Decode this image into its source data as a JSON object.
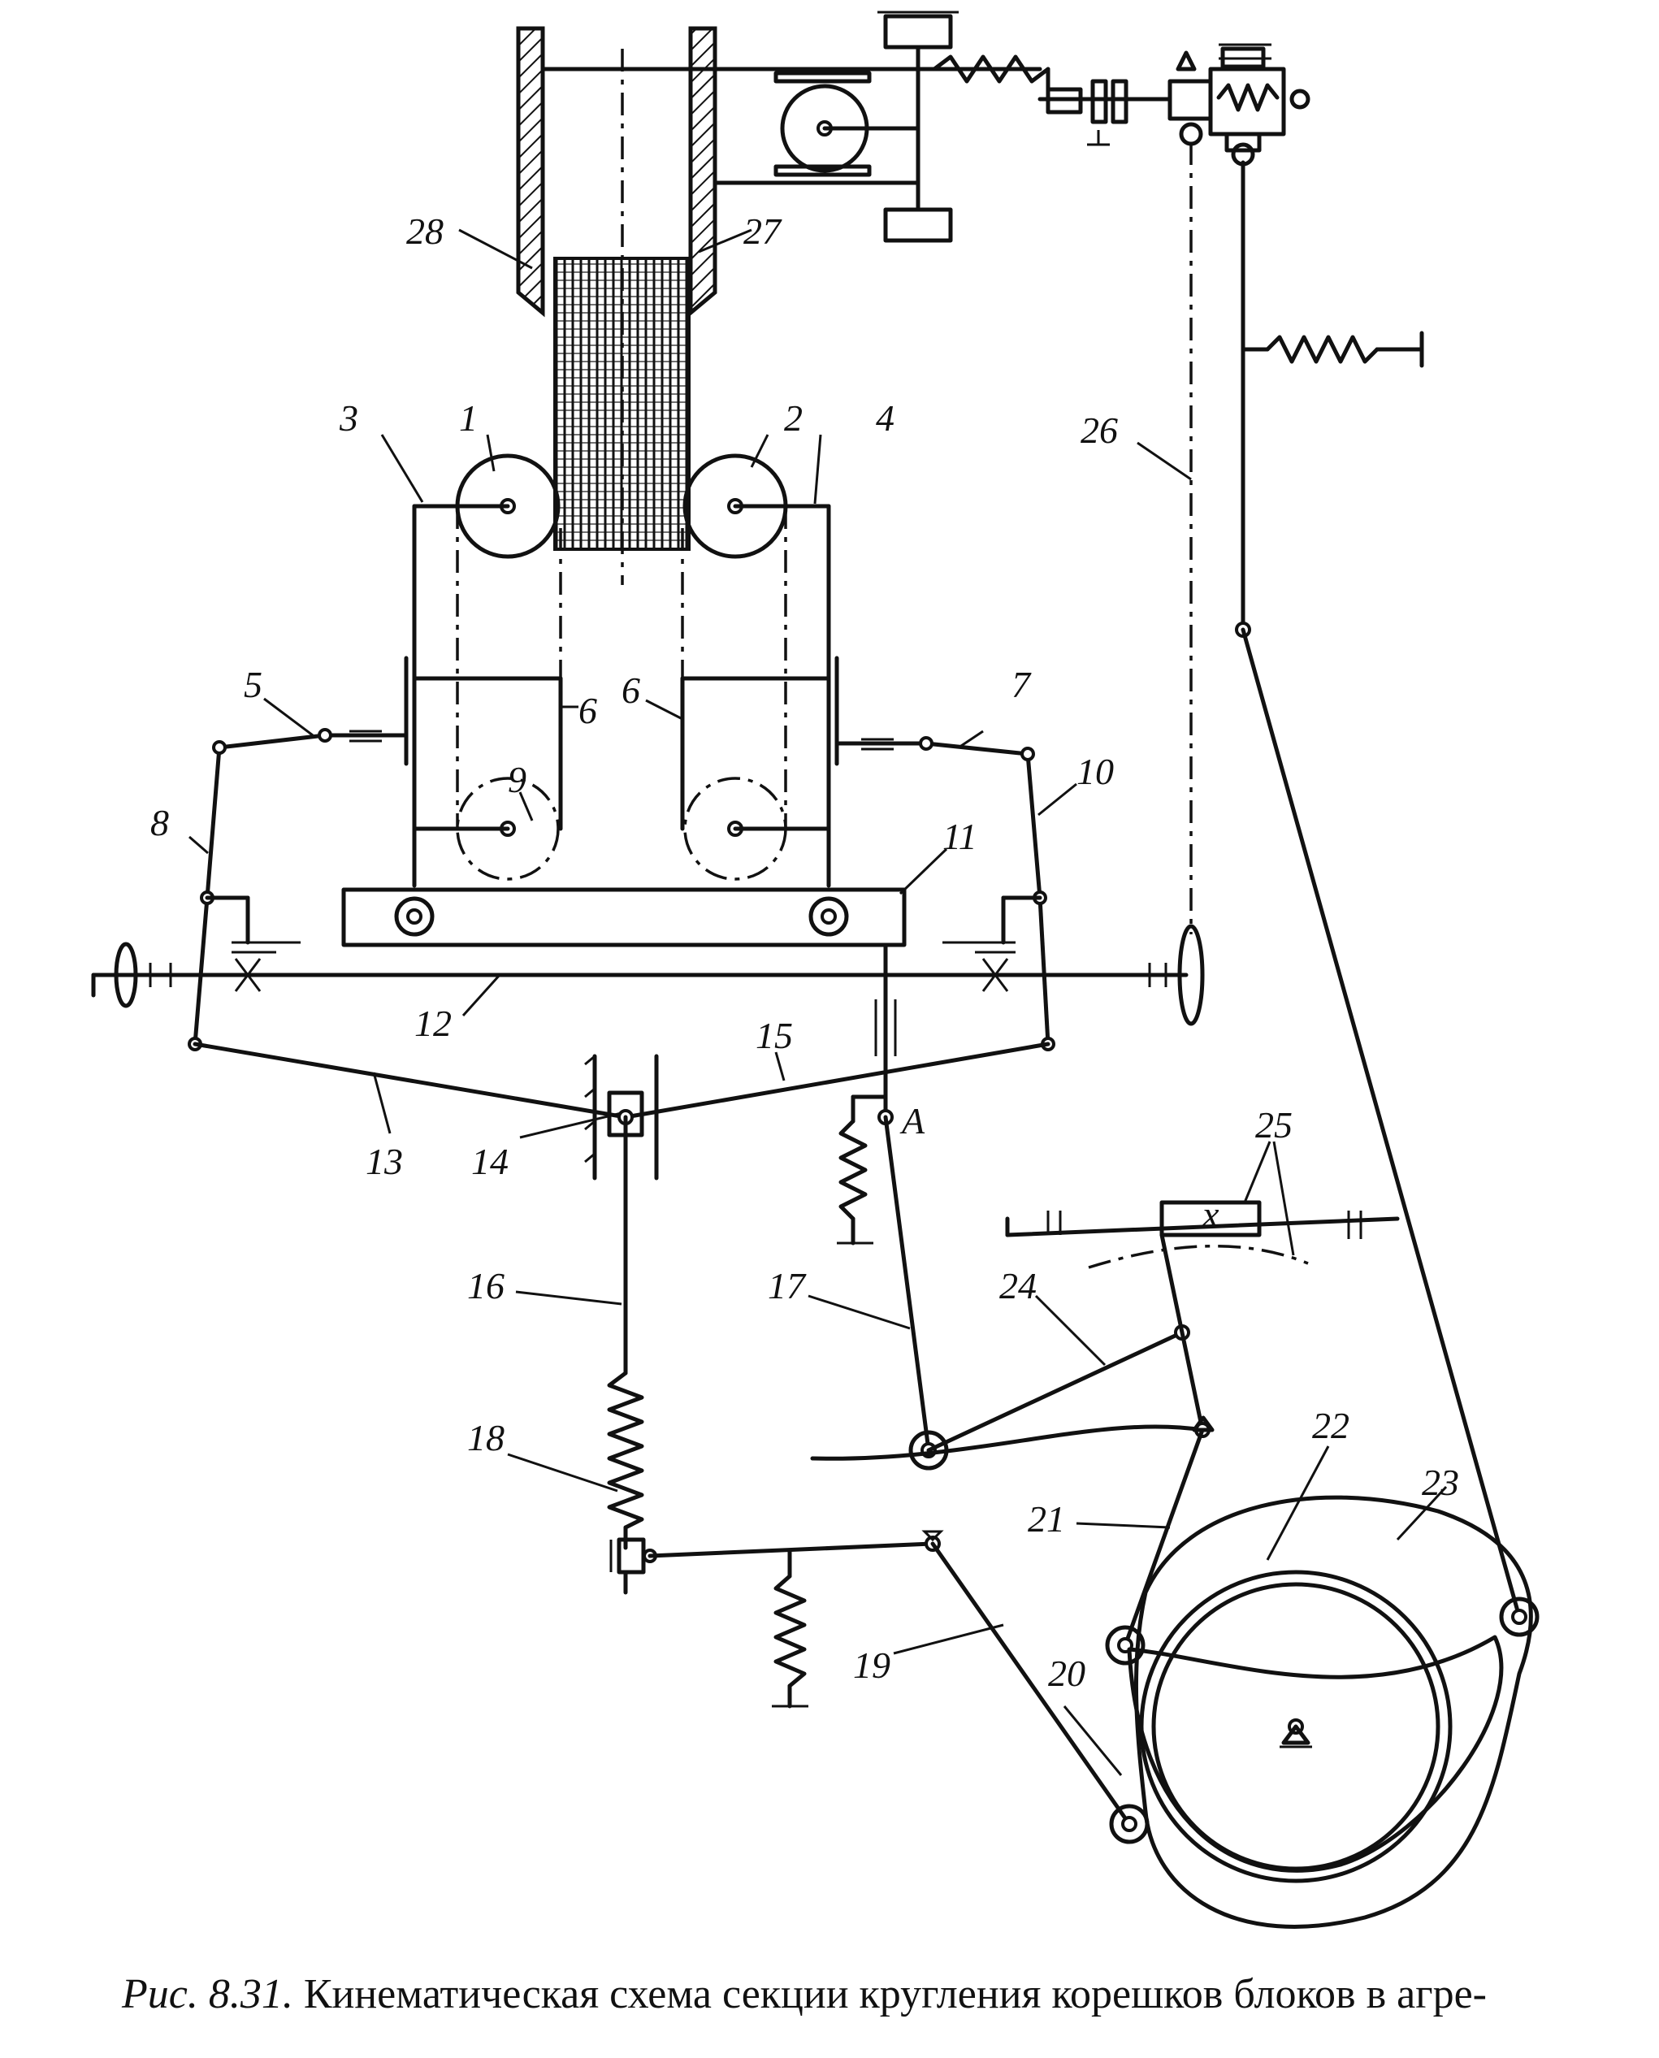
{
  "labels": {
    "l1": "1",
    "l2": "2",
    "l3": "3",
    "l4": "4",
    "l5": "5",
    "l6": "6",
    "l7": "7",
    "l8": "8",
    "l9": "9",
    "l10": "10",
    "l11": "11",
    "l12": "12",
    "l13": "13",
    "l14": "14",
    "l15": "15",
    "l16": "16",
    "l17": "17",
    "l18": "18",
    "l19": "19",
    "l20": "20",
    "l21": "21",
    "l22": "22",
    "l23": "23",
    "l24": "24",
    "l25": "25",
    "l26": "26",
    "l27": "27",
    "l28": "28",
    "lA": "A",
    "lx": "x"
  },
  "caption": {
    "fig": "Рис. 8.31.",
    "text": "Кинематическая схема секции кругления корешков блоков в агре-"
  }
}
